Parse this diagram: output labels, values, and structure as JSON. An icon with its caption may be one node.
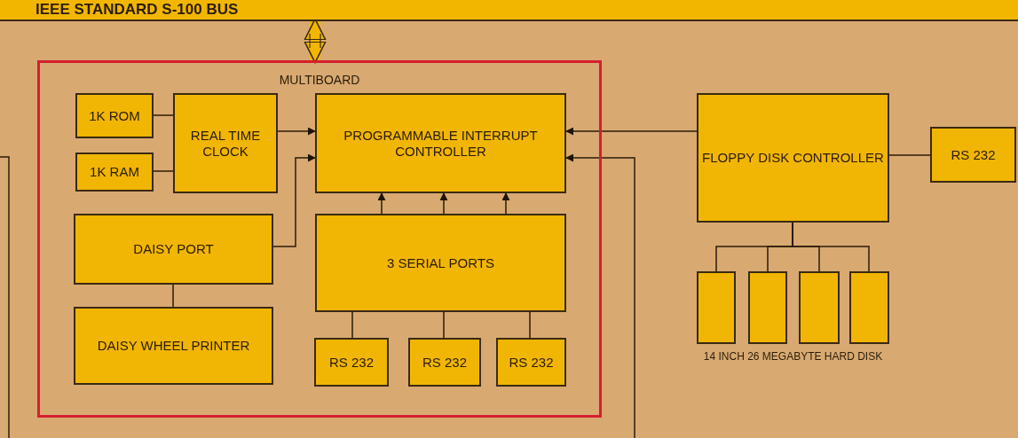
{
  "diagram": {
    "nodes": [
      {
        "text": [
          "IEEE STANDARD S-100 BUS"
        ]
      },
      {
        "text": [
          "MULTIBOARD"
        ]
      },
      {
        "text": [
          "1K ROM"
        ],
        "in": 1
      },
      {
        "text": [
          "1K RAM"
        ],
        "in": 1
      },
      {
        "text": [
          "REAL TIME CLOCK"
        ],
        "in": 1
      },
      {
        "text": [
          "PROGRAMMABLE INTERRUPT CONTROLLER"
        ],
        "in": 1
      },
      {
        "text": [
          "DAISY PORT"
        ],
        "in": 1
      },
      {
        "text": [
          "DAISY WHEEL PRINTER"
        ],
        "in": 1
      },
      {
        "text": [
          "3 SERIAL PORTS"
        ],
        "in": 1
      },
      {
        "text": [
          "RS 232"
        ],
        "in": 1
      },
      {
        "text": [
          "RS 232"
        ],
        "in": 1
      },
      {
        "text": [
          "RS 232"
        ],
        "in": 1
      },
      {
        "text": [
          "FLOPPY DISK CONTROLLER"
        ]
      },
      {
        "text": [
          "RS 232"
        ]
      },
      {
        "text": [],
        "shape": "box"
      },
      {
        "text": [],
        "shape": "box"
      },
      {
        "text": [],
        "shape": "box"
      },
      {
        "text": [],
        "shape": "box"
      }
    ],
    "edges": [
      {
        "from": 0,
        "to": 1,
        "arrow": "both",
        "style": "thick",
        "color": "#f2b600"
      },
      {
        "from": 2,
        "to": 4,
        "arrow": "none"
      },
      {
        "from": 3,
        "to": 4,
        "arrow": "none"
      },
      {
        "from": 4,
        "to": 5,
        "arrow": "to"
      },
      {
        "from": 6,
        "to": 5,
        "arrow": "to"
      },
      {
        "from": 6,
        "to": 7,
        "arrow": "none"
      },
      {
        "from": 8,
        "to": 5,
        "arrow": "to"
      },
      {
        "from": 8,
        "to": 5,
        "arrow": "to"
      },
      {
        "from": 8,
        "to": 5,
        "arrow": "to"
      },
      {
        "from": 8,
        "to": 9,
        "arrow": "none"
      },
      {
        "from": 8,
        "to": 10,
        "arrow": "none"
      },
      {
        "from": 8,
        "to": 11,
        "arrow": "none"
      },
      {
        "from": 12,
        "to": 5,
        "arrow": "to"
      },
      {
        "from": null,
        "to": 5,
        "arrow": "to"
      },
      {
        "from": 12,
        "to": 13,
        "arrow": "none"
      },
      {
        "from": 12,
        "to": 14,
        "arrow": "none"
      },
      {
        "from": 12,
        "to": 15,
        "arrow": "none"
      },
      {
        "from": 12,
        "to": 16,
        "arrow": "none"
      },
      {
        "from": 12,
        "to": 17,
        "arrow": "none"
      }
    ],
    "labels": [
      "14 INCH 26 MEGABYTE HARD DISK"
    ]
  }
}
